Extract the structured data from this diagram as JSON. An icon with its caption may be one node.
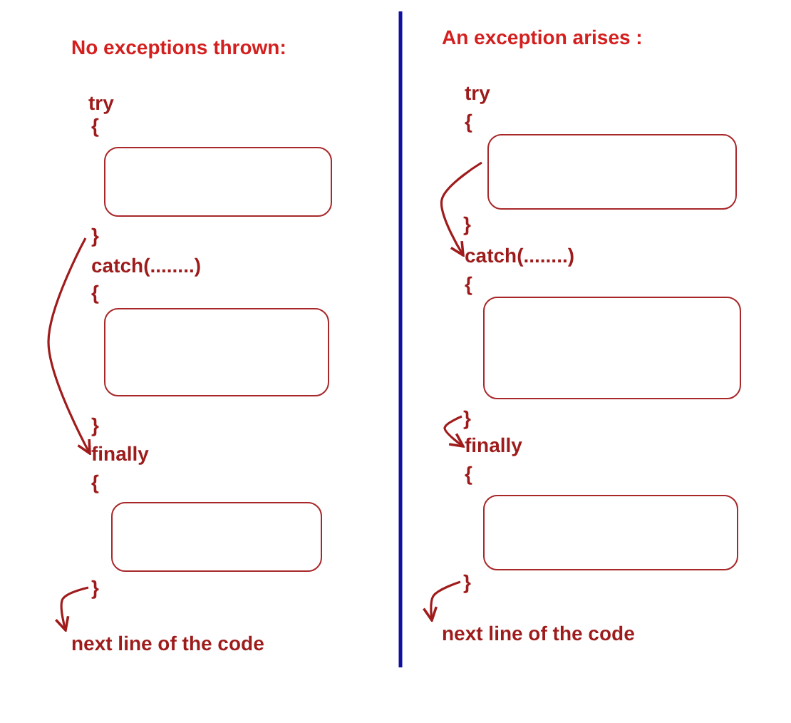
{
  "diagram": {
    "nodes": [
      {
        "text": [],
        "shape": "box"
      },
      {
        "text": [
          "}"
        ]
      },
      {
        "text": [],
        "shape": "box"
      },
      {
        "text": [
          "finally"
        ]
      },
      {
        "text": [],
        "shape": "box"
      },
      {
        "text": [
          "}"
        ]
      },
      {
        "text": [
          "next line of the code"
        ]
      },
      {
        "text": [],
        "shape": "box"
      },
      {
        "text": [
          "catch(........)"
        ]
      },
      {
        "text": [],
        "shape": "box"
      },
      {
        "text": [
          "}"
        ]
      },
      {
        "text": [
          "finally"
        ]
      },
      {
        "text": [],
        "shape": "box"
      },
      {
        "text": [
          "}"
        ]
      },
      {
        "text": [
          "next line of the code"
        ]
      }
    ],
    "edges": [
      {
        "from": 1,
        "to": 3,
        "arrow": "to"
      },
      {
        "from": 5,
        "to": 6,
        "arrow": "to"
      },
      {
        "from": 7,
        "to": 8,
        "arrow": "to"
      },
      {
        "from": 10,
        "to": 11,
        "arrow": "to"
      },
      {
        "from": 13,
        "to": 14,
        "arrow": "to"
      }
    ],
    "labels": [
      "No exceptions thrown:",
      "try",
      "{",
      "catch(........)",
      "{",
      "}",
      "{",
      "An exception arises :",
      "try",
      "{",
      "}",
      "{",
      "{"
    ]
  }
}
